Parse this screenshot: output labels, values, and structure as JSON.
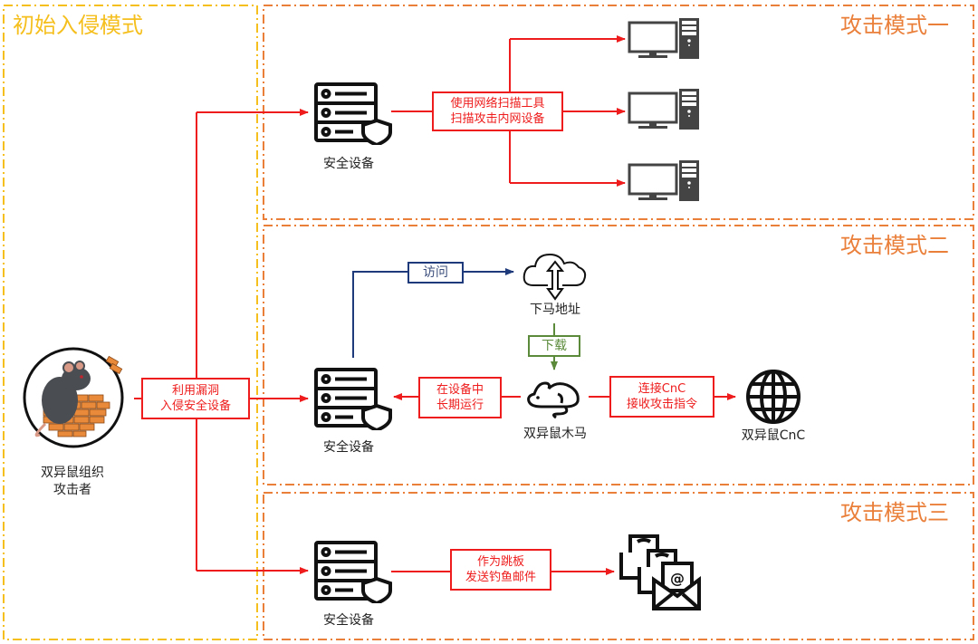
{
  "colors": {
    "initial_panel_border": "#f5bf1d",
    "attack_panel_border": "#ea7f3a",
    "attack_arrow": "#ee1c1c",
    "visit_arrow": "#1f3a7a",
    "download_arrow": "#5a8a3a",
    "icon": "#111111"
  },
  "panels": {
    "initial": {
      "title": "初始入侵模式"
    },
    "mode1": {
      "title": "攻击模式一"
    },
    "mode2": {
      "title": "攻击模式二"
    },
    "mode3": {
      "title": "攻击模式三"
    }
  },
  "attacker": {
    "icon": "rat-on-brick-wall-logo",
    "label_line1": "双异鼠组织",
    "label_line2": "攻击者"
  },
  "exploit_box": {
    "line1": "利用漏洞",
    "line2": "入侵安全设备"
  },
  "mode1": {
    "device_label": "安全设备",
    "device_icon": "server-shield-icon",
    "scan_box": {
      "line1": "使用网络扫描工具",
      "line2": "扫描攻击内网设备"
    },
    "targets": [
      {
        "icon": "desktop-computer-icon"
      },
      {
        "icon": "desktop-computer-icon"
      },
      {
        "icon": "desktop-computer-icon"
      }
    ]
  },
  "mode2": {
    "device_label": "安全设备",
    "visit_label": "访问",
    "cloud_label": "下马地址",
    "download_label": "下载",
    "run_box": {
      "line1": "在设备中",
      "line2": "长期运行"
    },
    "trojan_label": "双异鼠木马",
    "cnc_box": {
      "line1": "连接CnC",
      "line2": "接收攻击指令"
    },
    "cnc_label": "双异鼠CnC"
  },
  "mode3": {
    "device_label": "安全设备",
    "phish_box": {
      "line1": "作为跳板",
      "line2": "发送钓鱼邮件"
    },
    "target_icon": "email-envelopes-icon"
  }
}
